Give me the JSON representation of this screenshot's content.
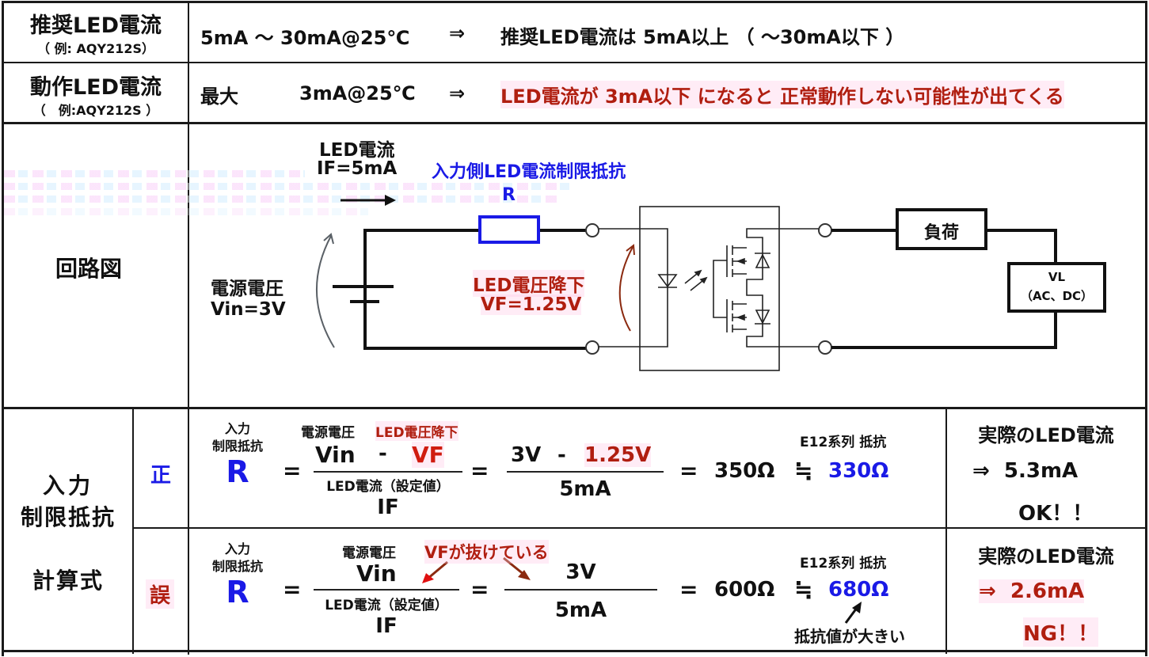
{
  "rows": {
    "recommended": {
      "label": "推奨LED電流",
      "sublabel": "（ 例: AQY212S）",
      "value": "5mA 〜 30mA@25℃",
      "arrow": "⇒",
      "note": "推奨LED電流は 5mA以上 （ 〜30mA以下 ）"
    },
    "operating": {
      "label": "動作LED電流",
      "sublabel": "（　例:AQY212S ）",
      "value_prefix": "最大",
      "value": "3mA@25℃",
      "arrow": "⇒",
      "note": "LED電流が 3mA以下 になると 正常動作しない可能性が出てくる"
    },
    "circuit": {
      "label": "回路図",
      "led_current_label": "LED電流",
      "led_current_value": "IF=5mA",
      "resistor_label": "入力側LED電流制限抵抗",
      "resistor_symbol": "R",
      "supply_label": "電源電圧",
      "supply_value": "Vin=3V",
      "vf_label": "LED電圧降下",
      "vf_value": "VF=1.25V",
      "load_label": "負荷",
      "vl_label": "VL",
      "vl_sub": "（AC、DC）"
    },
    "calc": {
      "label_line1": "入力",
      "label_line2": "制限抵抗",
      "label_line3": "計算式",
      "correct": {
        "mark": "正",
        "r_caption1": "入力",
        "r_caption2": "制限抵抗",
        "r_symbol": "R",
        "eq": "=",
        "num_caption_supply": "電源電圧",
        "num_caption_vf": "LED電圧降下",
        "num_vin": "Vin",
        "num_minus": "-",
        "num_vf": "VF",
        "den_caption": "LED電流（設定値）",
        "den_symbol": "IF",
        "eq2": "=",
        "sub_num_a": "3V",
        "sub_minus": "-",
        "sub_num_b": "1.25V",
        "sub_den": "5mA",
        "eq3": "=",
        "result": "350Ω",
        "approx": "≒",
        "e12_caption": "E12系列 抵抗",
        "e12_value": "330Ω",
        "actual_title": "実際のLED電流",
        "actual_value": "⇒  5.3mA",
        "verdict": "OK！！"
      },
      "wrong": {
        "mark": "誤",
        "r_caption1": "入力",
        "r_caption2": "制限抵抗",
        "r_symbol": "R",
        "eq": "=",
        "num_caption_supply": "電源電圧",
        "annotation": "VFが抜けている",
        "num_vin": "Vin",
        "den_caption": "LED電流（設定値）",
        "den_symbol": "IF",
        "eq2": "=",
        "sub_num": "3V",
        "sub_den": "5mA",
        "eq3": "=",
        "result": "600Ω",
        "approx": "≒",
        "e12_caption": "E12系列 抵抗",
        "e12_value": "680Ω",
        "e12_note": "抵抗値が大きい",
        "actual_title": "実際のLED電流",
        "actual_value": "⇒  2.6mA",
        "verdict": "NG！！"
      }
    }
  },
  "colors": {
    "red": "#b01e10",
    "blue": "#1a1ae6",
    "line": "#1a1a1a",
    "arrow_gray": "#5a6066"
  }
}
